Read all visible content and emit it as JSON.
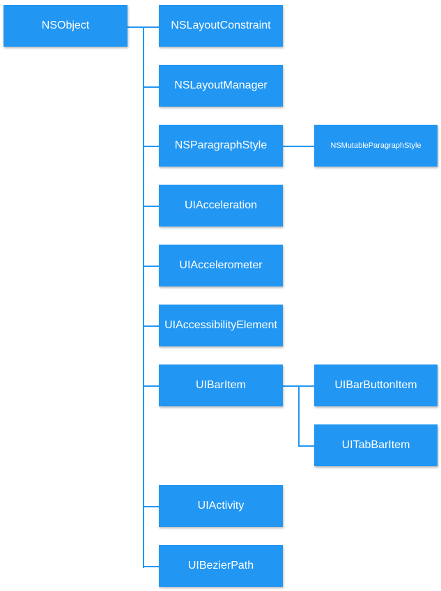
{
  "root": {
    "label": "NSObject"
  },
  "children": [
    {
      "label": "NSLayoutConstraint"
    },
    {
      "label": "NSLayoutManager"
    },
    {
      "label": "NSParagraphStyle"
    },
    {
      "label": "UIAcceleration"
    },
    {
      "label": "UIAccelerometer"
    },
    {
      "label": "UIAccessibilityElement"
    },
    {
      "label": "UIBarItem"
    },
    {
      "label": "UIActivity"
    },
    {
      "label": "UIBezierPath"
    }
  ],
  "subclasses": {
    "paragraph_style": [
      {
        "label": "NSMutableParagraphStyle"
      }
    ],
    "bar_item": [
      {
        "label": "UIBarButtonItem"
      },
      {
        "label": "UITabBarItem"
      }
    ]
  },
  "colors": {
    "node_fill": "#2196f3",
    "connector": "#2196f3",
    "text": "#ffffff"
  }
}
